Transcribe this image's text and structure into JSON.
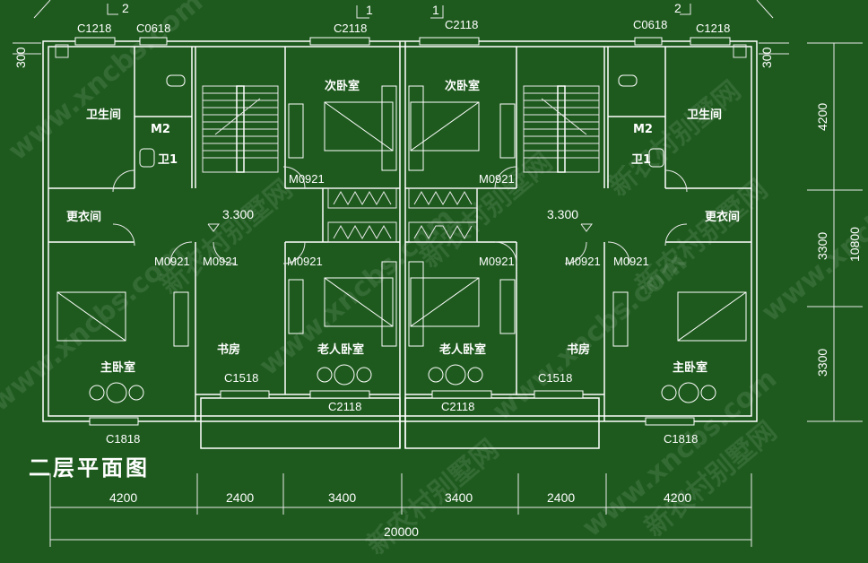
{
  "title": "二层平面图",
  "rooms": {
    "bath_left": "卫生间",
    "bath_right": "卫生间",
    "m2_left": "M2",
    "m2_right": "M2",
    "wei_left": "卫1",
    "wei_right": "卫1",
    "dress_left": "更衣间",
    "dress_right": "更衣间",
    "second_bed_left": "次卧室",
    "second_bed_right": "次卧室",
    "master_left": "主卧室",
    "master_right": "主卧室",
    "study_left": "书房",
    "study_right": "书房",
    "elder_left": "老人卧室",
    "elder_right": "老人卧室"
  },
  "window_codes": {
    "top": [
      "C1218",
      "C0618",
      "C2118",
      "C2118",
      "C0618",
      "C1218"
    ],
    "bottom": [
      "C1518",
      "C2118",
      "C2118",
      "C1518"
    ],
    "bottom_outer": [
      "C1818",
      "C1818"
    ]
  },
  "door_codes": [
    "M0921",
    "M0921",
    "M0921",
    "M0921",
    "M0921",
    "M0921",
    "M0921",
    "M0921"
  ],
  "elevations": [
    "3.300",
    "3.300"
  ],
  "section_marks": [
    "2",
    "1",
    "1",
    "2"
  ],
  "wall_offset_marks": [
    "300",
    "300"
  ],
  "bottom_dimensions": [
    "4200",
    "2400",
    "3400",
    "3400",
    "2400",
    "4200"
  ],
  "total_width": "20000",
  "right_dimensions": [
    "4200",
    "3300",
    "3300"
  ],
  "total_depth": "10800",
  "watermarks": [
    "www.xncbs.com",
    "新农村别墅网"
  ]
}
